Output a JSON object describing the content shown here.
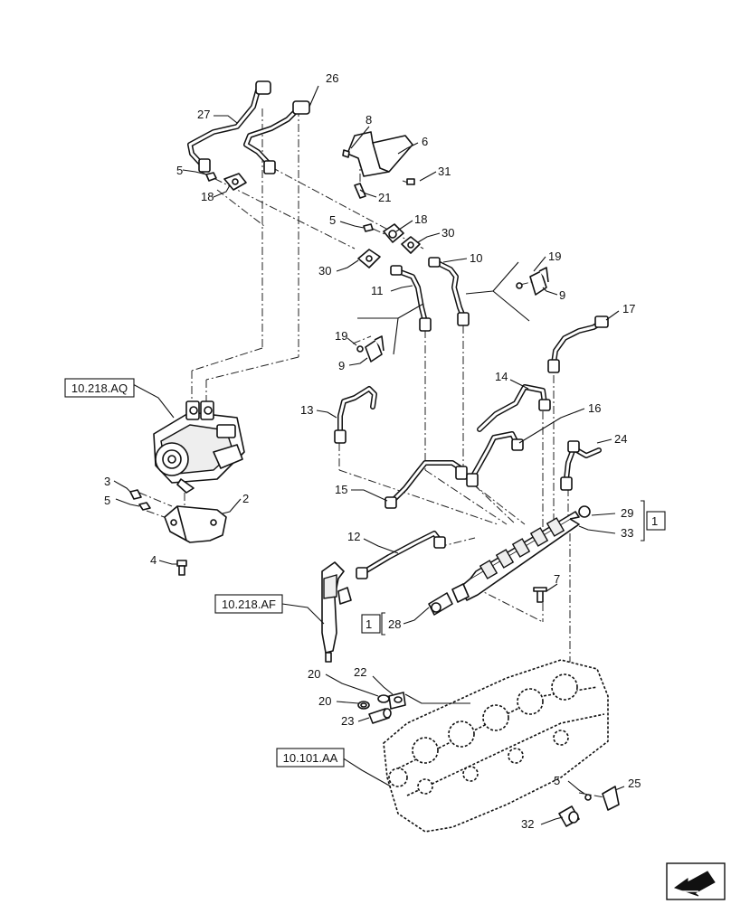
{
  "references": {
    "pump_ref": "10.218.AQ",
    "injector_ref": "10.218.AF",
    "head_ref": "10.101.AA"
  },
  "callouts": {
    "c2": "2",
    "c3": "3",
    "c4": "4",
    "c5a": "5",
    "c5b": "5",
    "c5c": "5",
    "c5d": "5",
    "c6": "6",
    "c7": "7",
    "c8": "8",
    "c9a": "9",
    "c9b": "9",
    "c10": "10",
    "c11": "11",
    "c12": "12",
    "c13": "13",
    "c14": "14",
    "c15": "15",
    "c16": "16",
    "c17": "17",
    "c18a": "18",
    "c18b": "18",
    "c19a": "19",
    "c19b": "19",
    "c20a": "20",
    "c20b": "20",
    "c21": "21",
    "c22": "22",
    "c23": "23",
    "c24": "24",
    "c25": "25",
    "c26": "26",
    "c27": "27",
    "c28": "28",
    "c29": "29",
    "c30a": "30",
    "c30b": "30",
    "c31": "31",
    "c32": "32",
    "c33": "33"
  },
  "bracket_notes": {
    "note_29_33": "1",
    "note_28": "1"
  },
  "icons": {
    "nav": "next-page-arrow-icon"
  }
}
